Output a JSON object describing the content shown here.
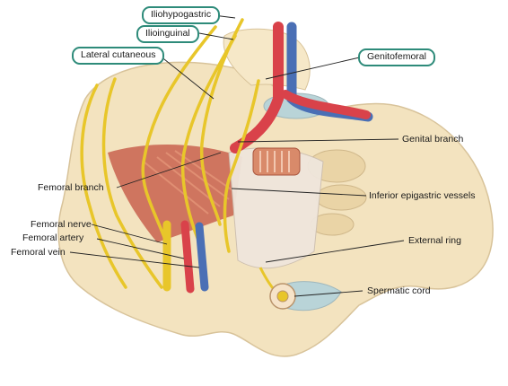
{
  "labels": {
    "iliohypogastric": "Iliohypogastric",
    "ilioinguinal": "Ilioinguinal",
    "lateral_cutaneous": "Lateral cutaneous",
    "genitofemoral": "Genitofemoral",
    "genital_branch": "Genital branch",
    "femoral_branch": "Femoral branch",
    "inferior_epigastric_vessels": "Inferior epigastric vessels",
    "femoral_nerve": "Femoral nerve",
    "femoral_artery": "Femoral artery",
    "femoral_vein": "Femoral vein",
    "external_ring": "External ring",
    "spermatic_cord": "Spermatic cord"
  },
  "colors": {
    "highlight_border": "#2e8b7a",
    "nerve": "#e8c62a",
    "artery": "#d9424a",
    "vein": "#4a6fb5",
    "bone": "#f3e3bf",
    "muscle": "#c8614d"
  }
}
